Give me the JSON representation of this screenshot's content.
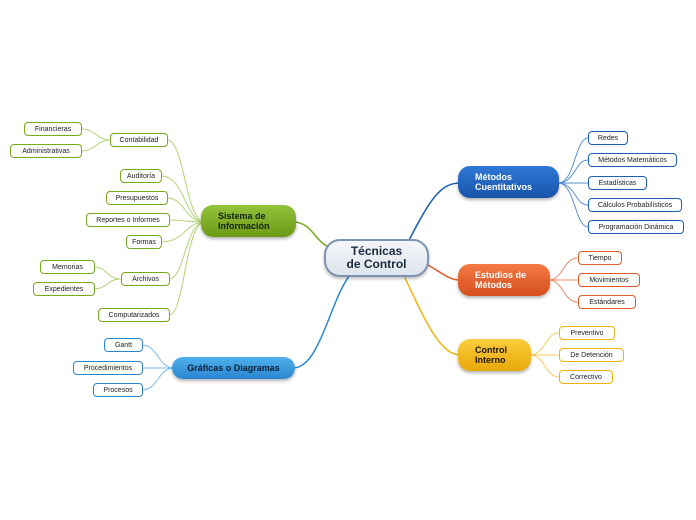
{
  "root": {
    "line1": "Técnicas",
    "line2": "de Control"
  },
  "branches": {
    "sistema": {
      "line1": "Sistema de",
      "line2": "Información",
      "items": [
        "Contabilidad",
        "Auditoría",
        "Presupuestos",
        "Reportes o Informes",
        "Formas",
        "Archivos",
        "Computarizados"
      ],
      "contabilidad_sub": [
        "Financieras",
        "Administrativas"
      ],
      "archivos_sub": [
        "Memorias",
        "Expedientes"
      ]
    },
    "graficas": {
      "label": "Gráficas o Diagramas",
      "items": [
        "Gantt",
        "Procedimientos",
        "Procesos"
      ]
    },
    "metodos": {
      "line1": "Métodos",
      "line2": "Cuentitativos",
      "items": [
        "Redes",
        "Métodos Matemáticos",
        "Estadísticas",
        "Cálculos Probabilísticos",
        "Programación Dinámica"
      ]
    },
    "estudios": {
      "line1": "Estudios de",
      "line2": "Métodos",
      "items": [
        "Tiempo",
        "Movimientos",
        "Estándares"
      ]
    },
    "control": {
      "line1": "Control",
      "line2": "Interno",
      "items": [
        "Preventivo",
        "De Detención",
        "Correctivo"
      ]
    }
  },
  "colors": {
    "green": "#78a91d",
    "blue": "#2a86d1",
    "navy": "#1b5fb7",
    "orange": "#e05c2a",
    "yellow": "#f1b40e",
    "root_border": "#7d93b0"
  }
}
